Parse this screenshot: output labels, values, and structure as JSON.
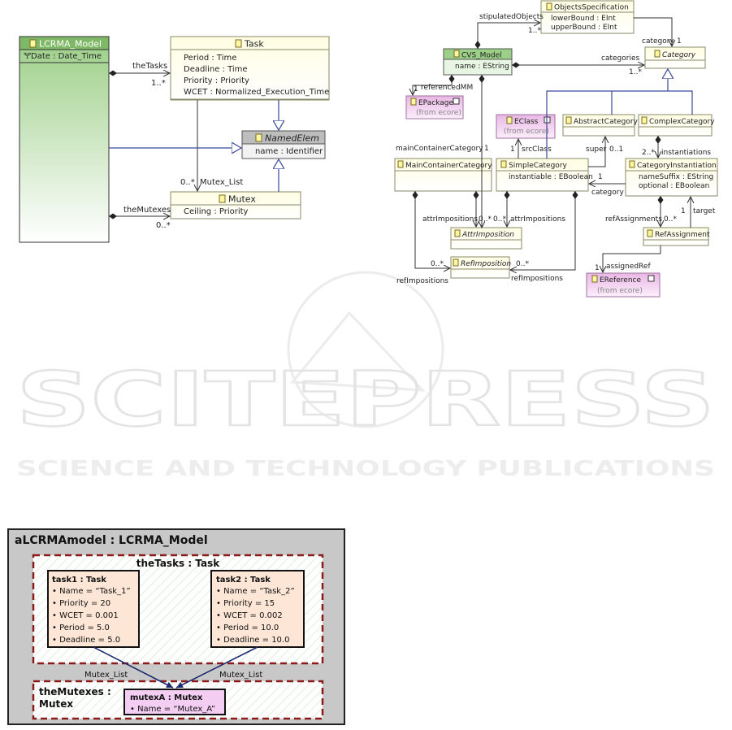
{
  "watermark": {
    "big": "SCITEPRESS",
    "small": "SCIENCE AND TECHNOLOGY PUBLICATIONS"
  },
  "diagram1": {
    "lcrma_model": {
      "name": "LCRMA_Model",
      "attrs": [
        "Date : Date_Time"
      ]
    },
    "task": {
      "name": "Task",
      "attrs": [
        "Period : Time",
        "Deadline : Time",
        "Priority : Priority",
        "WCET : Normalized_Execution_Time"
      ]
    },
    "named_elem": {
      "name": "NamedElem",
      "attrs": [
        "name : Identifier"
      ]
    },
    "mutex": {
      "name": "Mutex",
      "attrs": [
        "Ceiling : Priority"
      ]
    },
    "labels": {
      "the_tasks": "theTasks",
      "the_tasks_mult": "1..*",
      "mutex_list": "Mutex_List",
      "mutex_list_mult": "0..*",
      "the_mutexes": "theMutexes",
      "the_mutexes_mult": "0..*"
    }
  },
  "diagram2": {
    "objects_spec": {
      "name": "ObjectsSpecification",
      "attrs": [
        "lowerBound : EInt",
        "upperBound : EInt"
      ]
    },
    "cvs_model": {
      "name": "CVS_Model",
      "attrs": [
        "name : EString"
      ]
    },
    "category": {
      "name": "Category"
    },
    "epackage": {
      "name": "EPackage",
      "from": "(from ecore)"
    },
    "eclass": {
      "name": "EClass",
      "from": "(from ecore)"
    },
    "abstract_category": {
      "name": "AbstractCategory"
    },
    "complex_category": {
      "name": "ComplexCategory"
    },
    "main_container": {
      "name": "MainContainerCategory"
    },
    "simple_category": {
      "name": "SimpleCategory",
      "attrs": [
        "instantiable : EBoolean"
      ]
    },
    "category_inst": {
      "name": "CategoryInstantiation",
      "attrs": [
        "nameSuffix : EString",
        "optional : EBoolean"
      ]
    },
    "attr_imposition": {
      "name": "AttrImposition"
    },
    "ref_imposition": {
      "name": "RefImposition"
    },
    "ref_assignment": {
      "name": "RefAssignment"
    },
    "ereference": {
      "name": "EReference",
      "from": "(from ecore)"
    },
    "labels": {
      "stipulated": "stipulatedObjects",
      "stipulated_mult": "1..*",
      "category_role": "category",
      "category_mult": "1",
      "categories": "categories",
      "categories_mult": "1..*",
      "referenced_mm": "referencedMM",
      "referenced_mult": "1",
      "main_container_cat": "mainContainerCategory",
      "main_container_mult": "1",
      "src_class": "srcClass",
      "src_class_mult": "1",
      "super": "super",
      "super_mult": "0..1",
      "instantiations_mult": "2..*",
      "instantiations": "instantiations",
      "cat_mult": "1",
      "cat_role": "category",
      "attr_imp_left": "attrImpositions",
      "attr_imp_left_mult": "0..*",
      "attr_imp_right": "attrImpositions",
      "attr_imp_right_mult": "0..*",
      "ref_imp_left": "refImpositions",
      "ref_imp_left_mult": "0..*",
      "ref_imp_right": "refImpositions",
      "ref_imp_right_mult": "0..*",
      "ref_assignments": "refAssignments",
      "ref_assign_mult": "0..*",
      "target_mult": "1",
      "target": "target",
      "assigned_ref": "assignedRef",
      "assigned_mult": "1"
    }
  },
  "diagram3": {
    "title": "aLCRMAmodel : LCRMA_Model",
    "tasks_group": "theTasks : Task",
    "task1": {
      "name": "task1 : Task",
      "attrs": [
        "• Name = “Task_1”",
        "• Priority = 20",
        "• WCET = 0.001",
        "• Period = 5.0",
        "• Deadline = 5.0"
      ]
    },
    "task2": {
      "name": "task2 : Task",
      "attrs": [
        "• Name = “Task_2”",
        "• Priority = 15",
        "• WCET = 0.002",
        "• Period = 10.0",
        "• Deadline = 10.0"
      ]
    },
    "mutexes_group": [
      "theMutexes :",
      "Mutex"
    ],
    "mutexA": {
      "name": "mutexA : Mutex",
      "attrs": [
        "• Name = “Mutex_A”"
      ]
    },
    "link_left": "Mutex_List",
    "link_right": "Mutex_List"
  }
}
